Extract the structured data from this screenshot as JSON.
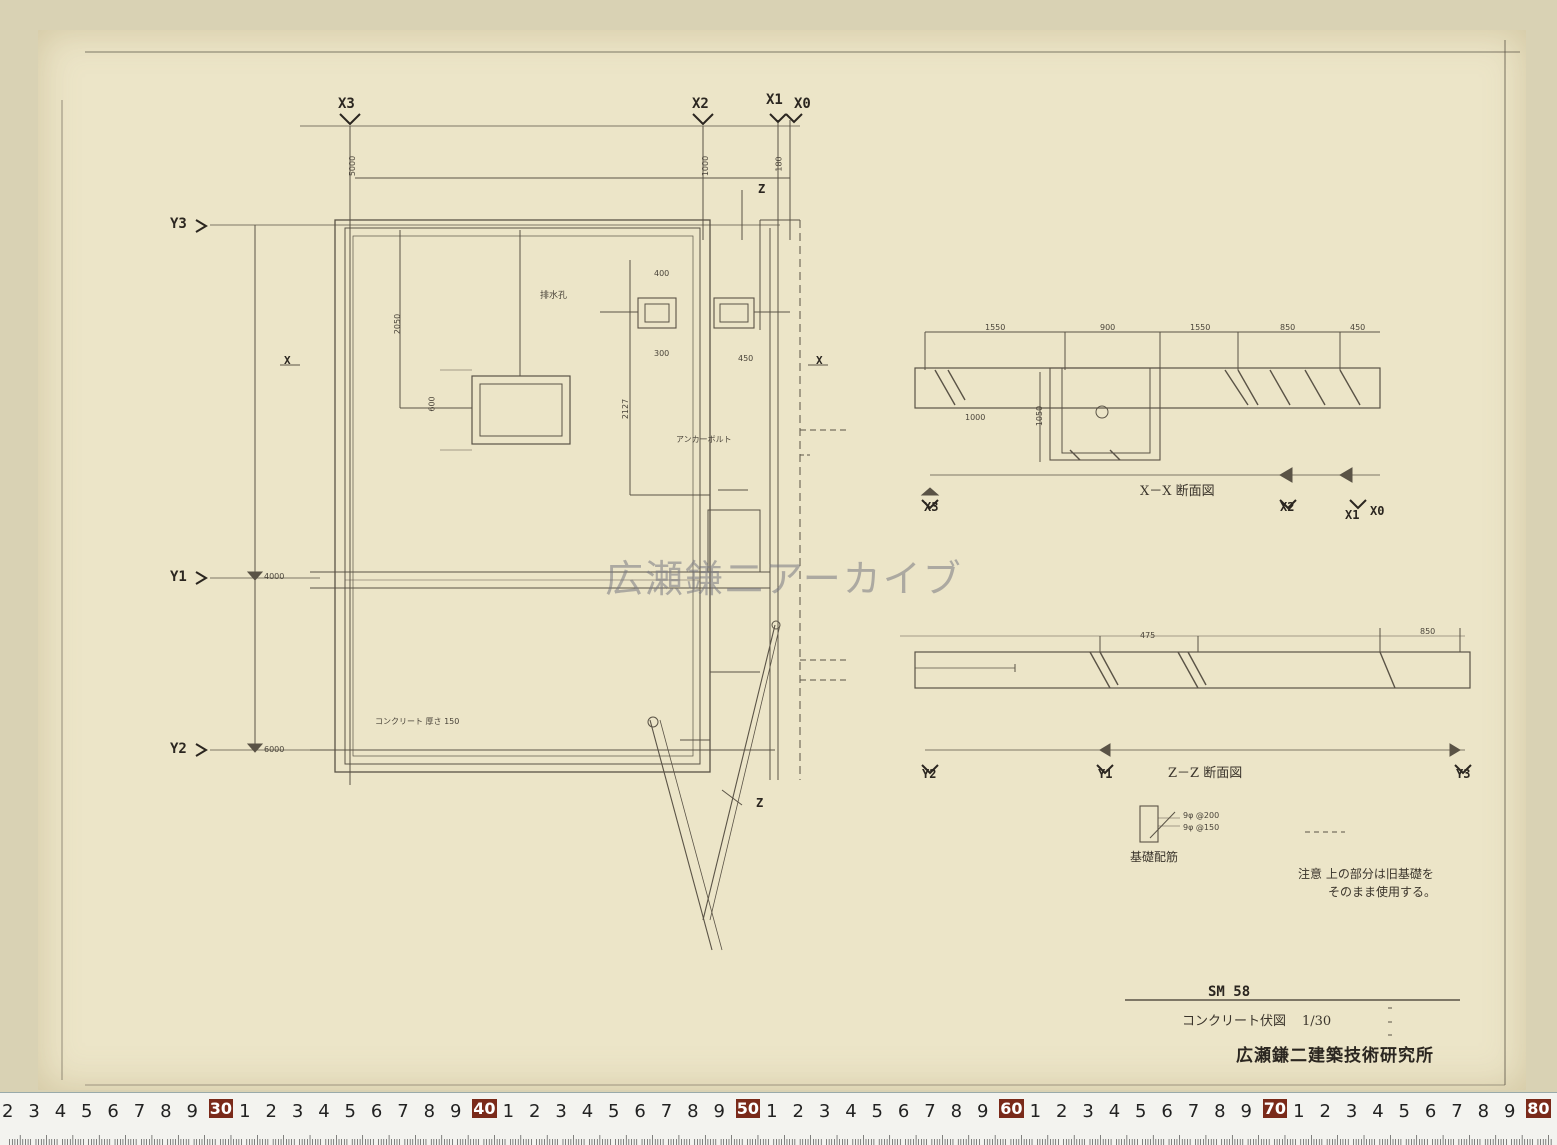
{
  "grid_markers": {
    "x3": "X3",
    "x2": "X2",
    "x1": "X1",
    "x0": "X0",
    "y3": "Y3",
    "y1": "Y1",
    "y2": "Y2",
    "z": "Z",
    "x": "X"
  },
  "plan_dimensions": {
    "top_5000": "5000",
    "top_1000": "1000",
    "top_180": "180",
    "left_4000": "4000",
    "left_6000": "6000",
    "d_2050": "2050",
    "d_2127": "2127",
    "d_400": "400",
    "d_300": "300",
    "d_450": "450",
    "d_600": "600"
  },
  "plan_notes": {
    "drain": "排水孔",
    "anchor": "アンカーボルト",
    "slab_note": "コンクリート 厚さ 150"
  },
  "section_xx": {
    "title": "X－X 断面図",
    "dims": [
      "1550",
      "900",
      "1550",
      "850",
      "450"
    ],
    "d_1000": "1000",
    "d_1050": "1050"
  },
  "section_zz": {
    "title": "Z－Z 断面図",
    "dims": [
      "475",
      "850"
    ]
  },
  "rebar_detail": {
    "title": "基礎配筋",
    "note1": "9φ @200",
    "note2": "9φ @150"
  },
  "notes": {
    "line1": "注意 上の部分は旧基礎を",
    "line2": "そのまま使用する。"
  },
  "title_block": {
    "sheet_no": "SM 58",
    "drawing_title": "コンクリート伏図",
    "scale": "1/30",
    "office": "広瀬鎌二建築技術研究所"
  },
  "watermark": "広瀬鎌二アーカイブ",
  "ruler": {
    "unit": "cm",
    "numbers": [
      "2",
      "3",
      "4",
      "5",
      "6",
      "7",
      "8",
      "9",
      "30",
      "1",
      "2",
      "3",
      "4",
      "5",
      "6",
      "7",
      "8",
      "9",
      "40",
      "1",
      "2",
      "3",
      "4",
      "5",
      "6",
      "7",
      "8",
      "9",
      "50",
      "1",
      "2",
      "3",
      "4",
      "5",
      "6",
      "7",
      "8",
      "9",
      "60",
      "1",
      "2",
      "3",
      "4",
      "5",
      "6",
      "7",
      "8",
      "9",
      "70",
      "1",
      "2",
      "3",
      "4",
      "5",
      "6",
      "7",
      "8",
      "9",
      "80"
    ]
  },
  "colors": {
    "paper": "#ece5c8",
    "ink": "#2b2620",
    "ruler_mark": "#7a2a1a"
  }
}
